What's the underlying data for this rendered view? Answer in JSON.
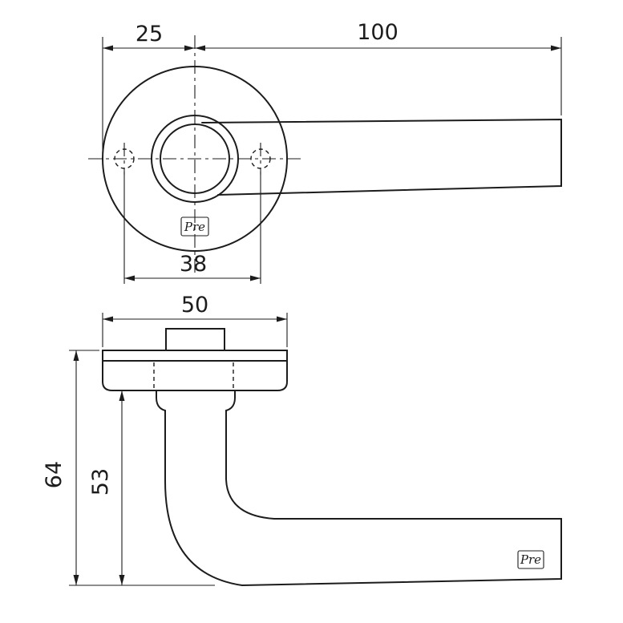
{
  "drawing": {
    "background": "#ffffff",
    "line_color": "#1c1c1c",
    "top_view": {
      "dim_rose_left": "25",
      "dim_lever_length": "100",
      "dim_hole_spacing": "38"
    },
    "side_view": {
      "dim_rose_width": "50",
      "dim_overall_height": "64",
      "dim_grip_height": "53"
    },
    "logo_text": "Pre"
  }
}
